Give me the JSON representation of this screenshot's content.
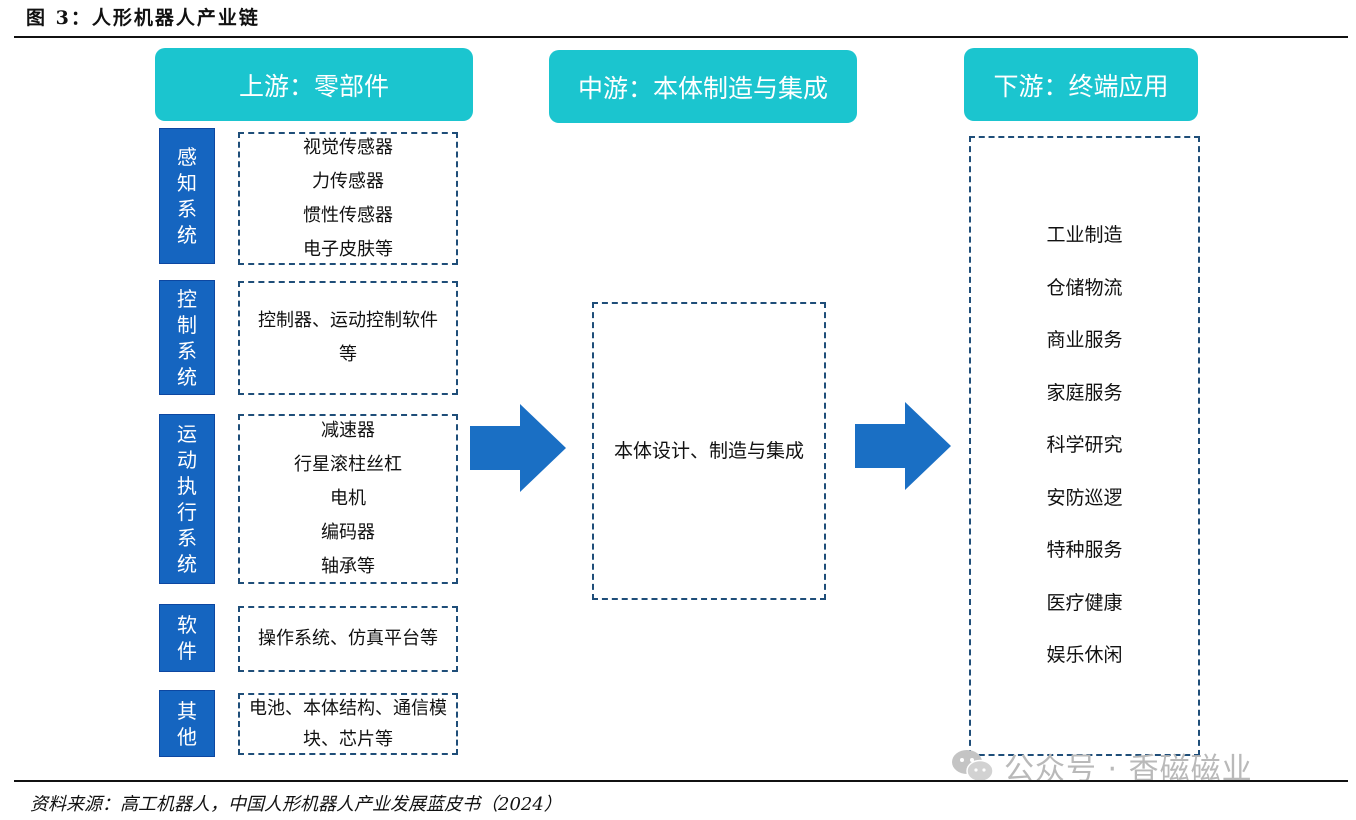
{
  "figure": {
    "title": "图 3：人形机器人产业链",
    "source": "资料来源：高工机器人，中国人形机器人产业发展蓝皮书（2024）"
  },
  "upstream": {
    "header": "上游：零部件",
    "systems": [
      {
        "name": "感知系统",
        "items": [
          "视觉传感器",
          "力传感器",
          "惯性传感器",
          "电子皮肤等"
        ]
      },
      {
        "name": "控制系统",
        "items": [
          "控制器、运动控制软件等"
        ]
      },
      {
        "name": "运动执行系统",
        "items": [
          "减速器",
          "行星滚柱丝杠",
          "电机",
          "编码器",
          "轴承等"
        ]
      },
      {
        "name": "软件",
        "items": [
          "操作系统、仿真平台等"
        ]
      },
      {
        "name": "其他",
        "items": [
          "电池、本体结构、通信模块、芯片等"
        ]
      }
    ]
  },
  "midstream": {
    "header": "中游：本体制造与集成",
    "content": "本体设计、制造与集成"
  },
  "downstream": {
    "header": "下游：终端应用",
    "items": [
      "工业制造",
      "仓储物流",
      "商业服务",
      "家庭服务",
      "科学研究",
      "安防巡逻",
      "特种服务",
      "医疗健康",
      "娱乐休闲"
    ]
  },
  "watermark": {
    "text": "公众号 · 香磁磁业",
    "icon": "wechat-icon"
  },
  "colors": {
    "header": "#1bc5cf",
    "system": "#1565c0",
    "arrow": "#1a6fc4",
    "dashed": "#1f4e79"
  }
}
